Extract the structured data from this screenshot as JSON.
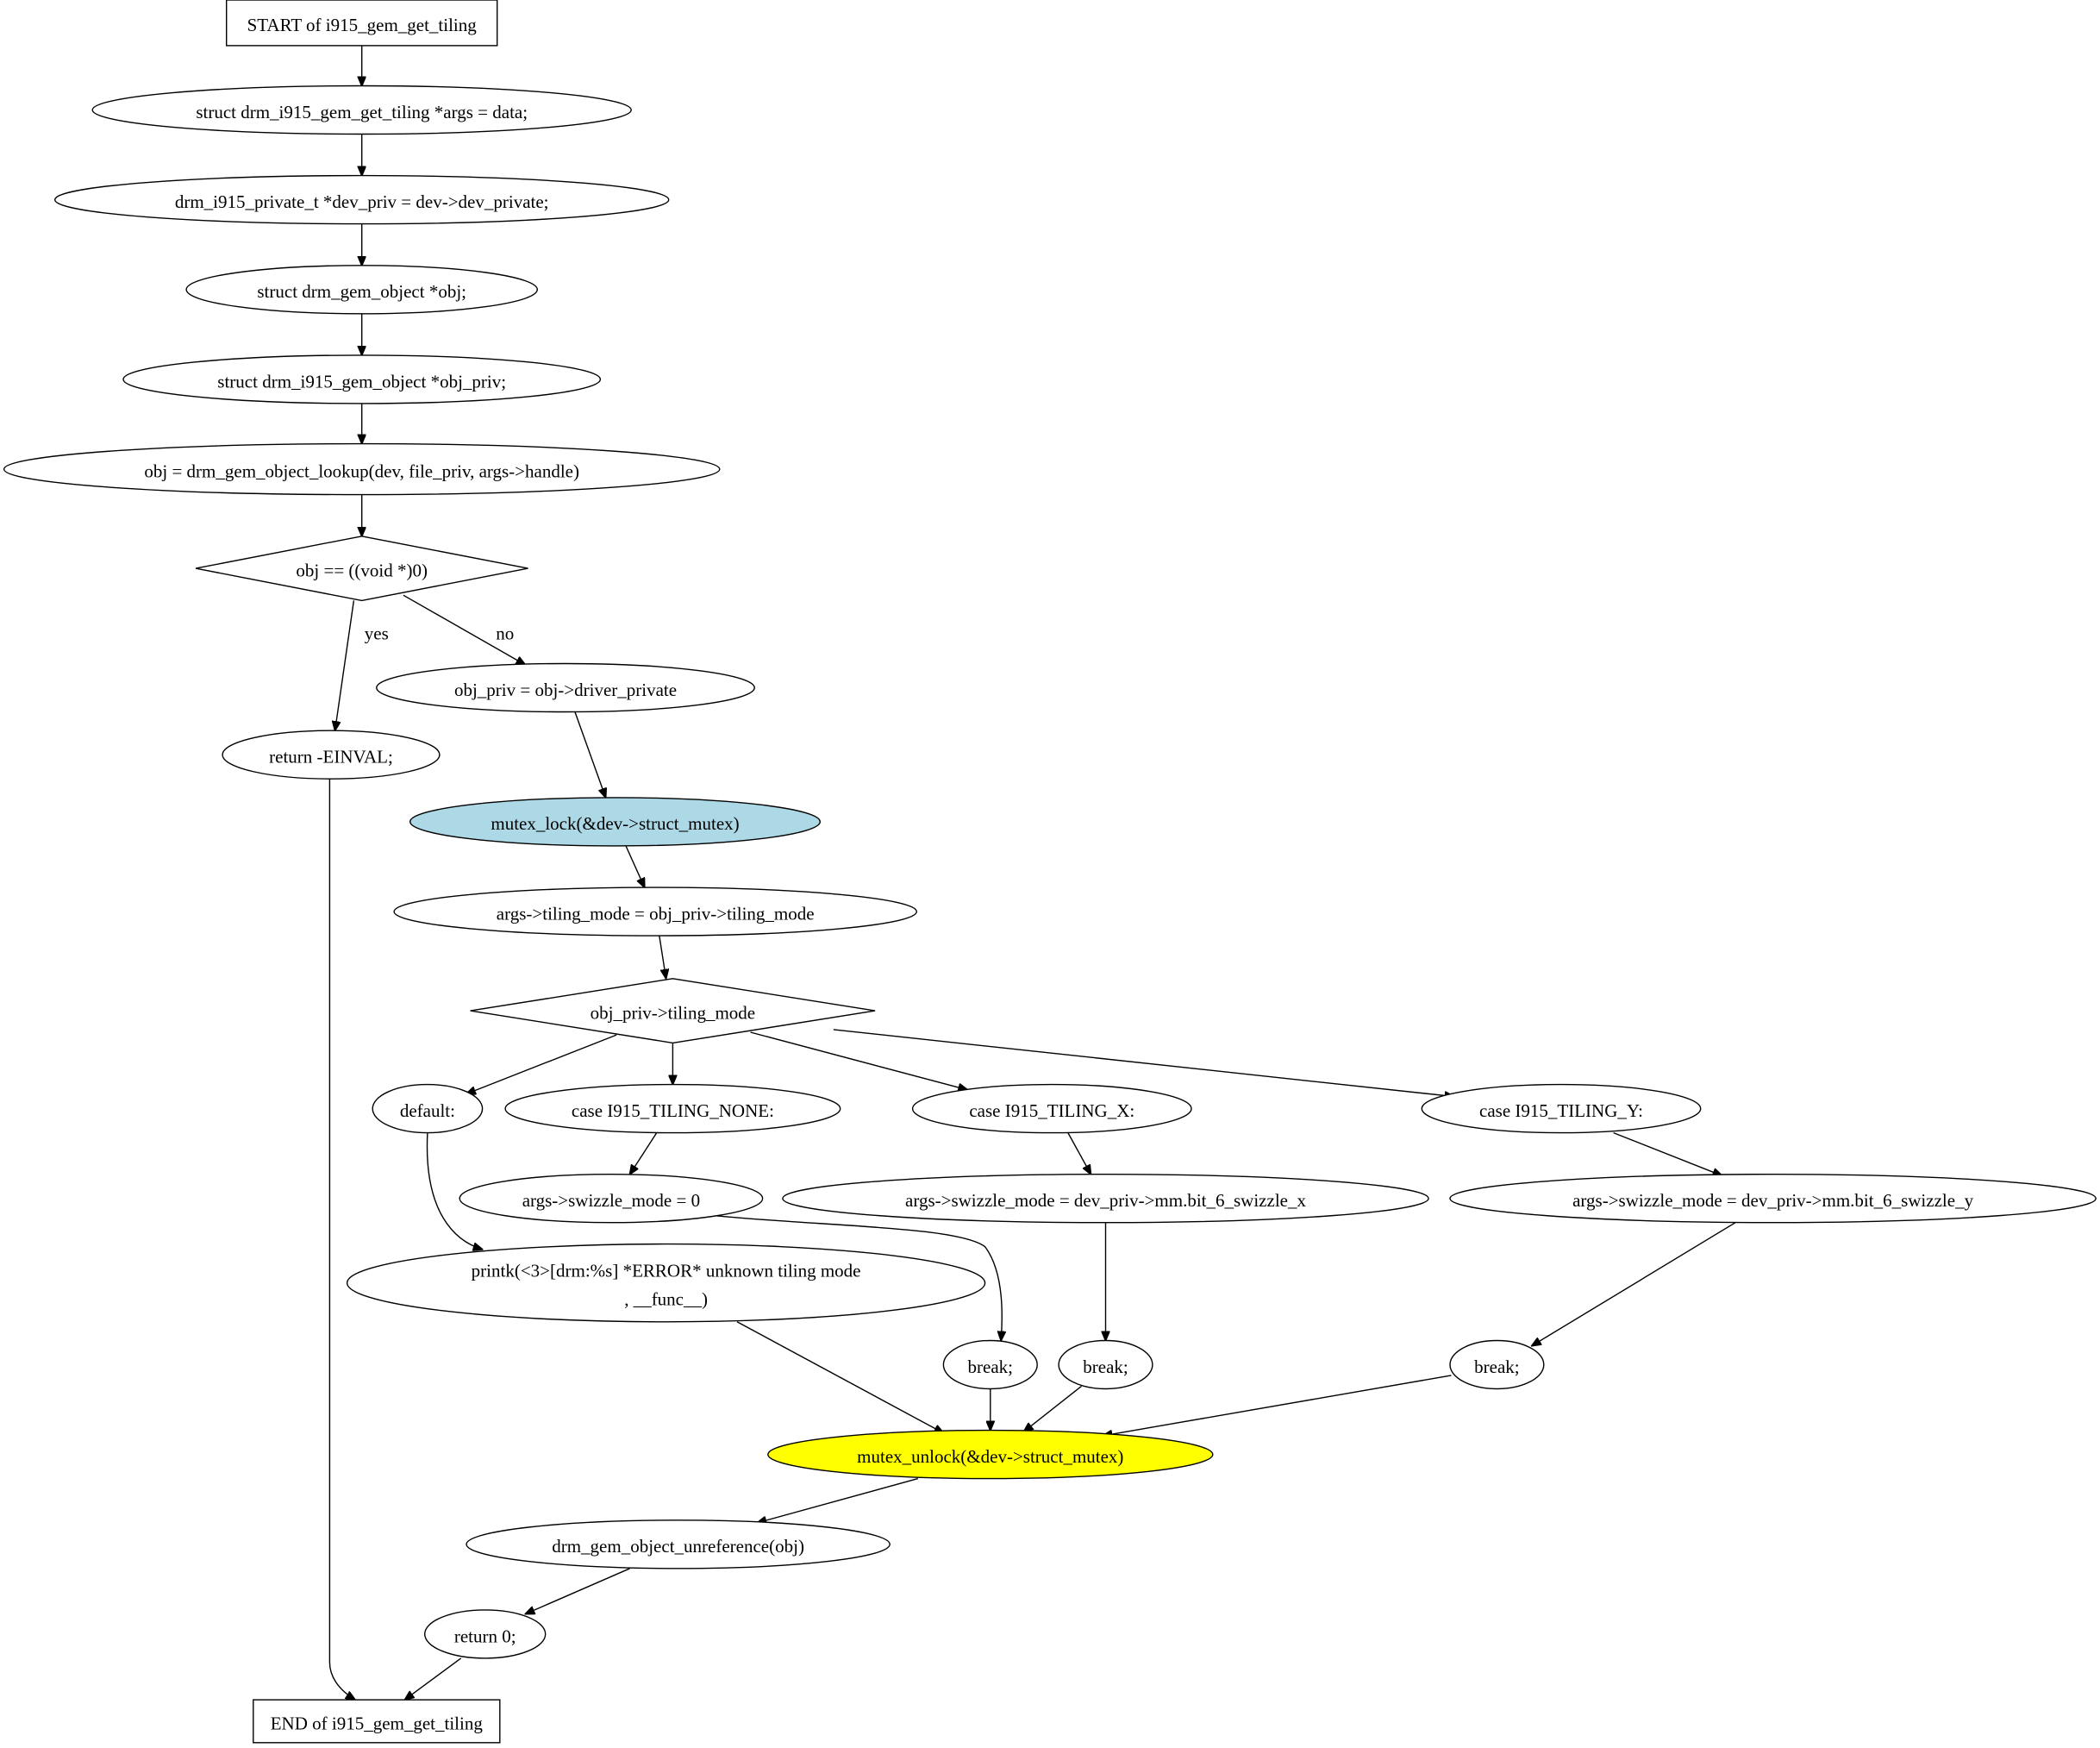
{
  "colors": {
    "lock_fill": "#add8e6",
    "unlock_fill": "#ffff00",
    "default_fill": "#ffffff"
  },
  "nodes": [
    {
      "id": "n_start",
      "shape": "box",
      "lines": [
        "START of i915_gem_get_tiling"
      ]
    },
    {
      "id": "n_args",
      "shape": "ellipse",
      "lines": [
        "struct drm_i915_gem_get_tiling *args = data;"
      ]
    },
    {
      "id": "n_devpriv",
      "shape": "ellipse",
      "lines": [
        "drm_i915_private_t *dev_priv = dev->dev_private;"
      ]
    },
    {
      "id": "n_obj",
      "shape": "ellipse",
      "lines": [
        "struct drm_gem_object *obj;"
      ]
    },
    {
      "id": "n_objpriv",
      "shape": "ellipse",
      "lines": [
        "struct drm_i915_gem_object *obj_priv;"
      ]
    },
    {
      "id": "n_lookup",
      "shape": "ellipse",
      "lines": [
        "obj = drm_gem_object_lookup(dev, file_priv, args->handle)"
      ]
    },
    {
      "id": "n_ifnull",
      "shape": "diamond",
      "lines": [
        "obj == ((void *)0)"
      ]
    },
    {
      "id": "n_einval",
      "shape": "ellipse",
      "lines": [
        "return -EINVAL;"
      ]
    },
    {
      "id": "n_objpriv_assign",
      "shape": "ellipse",
      "lines": [
        "obj_priv = obj->driver_private"
      ]
    },
    {
      "id": "n_lock",
      "shape": "ellipse",
      "fill": "lock",
      "lines": [
        "mutex_lock(&dev->struct_mutex)"
      ]
    },
    {
      "id": "n_tilingmode",
      "shape": "ellipse",
      "lines": [
        "args->tiling_mode = obj_priv->tiling_mode"
      ]
    },
    {
      "id": "n_switch",
      "shape": "diamond",
      "lines": [
        "obj_priv->tiling_mode"
      ]
    },
    {
      "id": "n_default",
      "shape": "ellipse",
      "lines": [
        "default:"
      ]
    },
    {
      "id": "n_case_none",
      "shape": "ellipse",
      "lines": [
        "case I915_TILING_NONE:"
      ]
    },
    {
      "id": "n_case_x",
      "shape": "ellipse",
      "lines": [
        "case I915_TILING_X:"
      ]
    },
    {
      "id": "n_case_y",
      "shape": "ellipse",
      "lines": [
        "case I915_TILING_Y:"
      ]
    },
    {
      "id": "n_swz0",
      "shape": "ellipse",
      "lines": [
        "args->swizzle_mode = 0"
      ]
    },
    {
      "id": "n_swzx",
      "shape": "ellipse",
      "lines": [
        "args->swizzle_mode = dev_priv->mm.bit_6_swizzle_x"
      ]
    },
    {
      "id": "n_swzy",
      "shape": "ellipse",
      "lines": [
        "args->swizzle_mode = dev_priv->mm.bit_6_swizzle_y"
      ]
    },
    {
      "id": "n_printk",
      "shape": "ellipse",
      "lines": [
        "printk(<3>[drm:%s] *ERROR* unknown tiling mode",
        ", __func__)"
      ]
    },
    {
      "id": "n_break1",
      "shape": "ellipse",
      "lines": [
        "break;"
      ]
    },
    {
      "id": "n_break2",
      "shape": "ellipse",
      "lines": [
        "break;"
      ]
    },
    {
      "id": "n_break3",
      "shape": "ellipse",
      "lines": [
        "break;"
      ]
    },
    {
      "id": "n_unlock",
      "shape": "ellipse",
      "fill": "unlock",
      "lines": [
        "mutex_unlock(&dev->struct_mutex)"
      ]
    },
    {
      "id": "n_unref",
      "shape": "ellipse",
      "lines": [
        "drm_gem_object_unreference(obj)"
      ]
    },
    {
      "id": "n_ret0",
      "shape": "ellipse",
      "lines": [
        "return 0;"
      ]
    },
    {
      "id": "n_end",
      "shape": "box",
      "lines": [
        "END of i915_gem_get_tiling"
      ]
    }
  ],
  "edges": [
    {
      "from": "n_start",
      "to": "n_args"
    },
    {
      "from": "n_args",
      "to": "n_devpriv"
    },
    {
      "from": "n_devpriv",
      "to": "n_obj"
    },
    {
      "from": "n_obj",
      "to": "n_objpriv"
    },
    {
      "from": "n_objpriv",
      "to": "n_lookup"
    },
    {
      "from": "n_lookup",
      "to": "n_ifnull"
    },
    {
      "from": "n_ifnull",
      "to": "n_einval",
      "label": "yes"
    },
    {
      "from": "n_ifnull",
      "to": "n_objpriv_assign",
      "label": "no"
    },
    {
      "from": "n_einval",
      "to": "n_end"
    },
    {
      "from": "n_objpriv_assign",
      "to": "n_lock"
    },
    {
      "from": "n_lock",
      "to": "n_tilingmode"
    },
    {
      "from": "n_tilingmode",
      "to": "n_switch"
    },
    {
      "from": "n_switch",
      "to": "n_default"
    },
    {
      "from": "n_switch",
      "to": "n_case_none"
    },
    {
      "from": "n_switch",
      "to": "n_case_x"
    },
    {
      "from": "n_switch",
      "to": "n_case_y"
    },
    {
      "from": "n_default",
      "to": "n_printk"
    },
    {
      "from": "n_case_none",
      "to": "n_swz0"
    },
    {
      "from": "n_case_x",
      "to": "n_swzx"
    },
    {
      "from": "n_case_y",
      "to": "n_swzy"
    },
    {
      "from": "n_swz0",
      "to": "n_break1"
    },
    {
      "from": "n_swzx",
      "to": "n_break2"
    },
    {
      "from": "n_swzy",
      "to": "n_break3"
    },
    {
      "from": "n_printk",
      "to": "n_unlock"
    },
    {
      "from": "n_break1",
      "to": "n_unlock"
    },
    {
      "from": "n_break2",
      "to": "n_unlock"
    },
    {
      "from": "n_break3",
      "to": "n_unlock"
    },
    {
      "from": "n_unlock",
      "to": "n_unref"
    },
    {
      "from": "n_unref",
      "to": "n_ret0"
    },
    {
      "from": "n_ret0",
      "to": "n_end"
    }
  ]
}
